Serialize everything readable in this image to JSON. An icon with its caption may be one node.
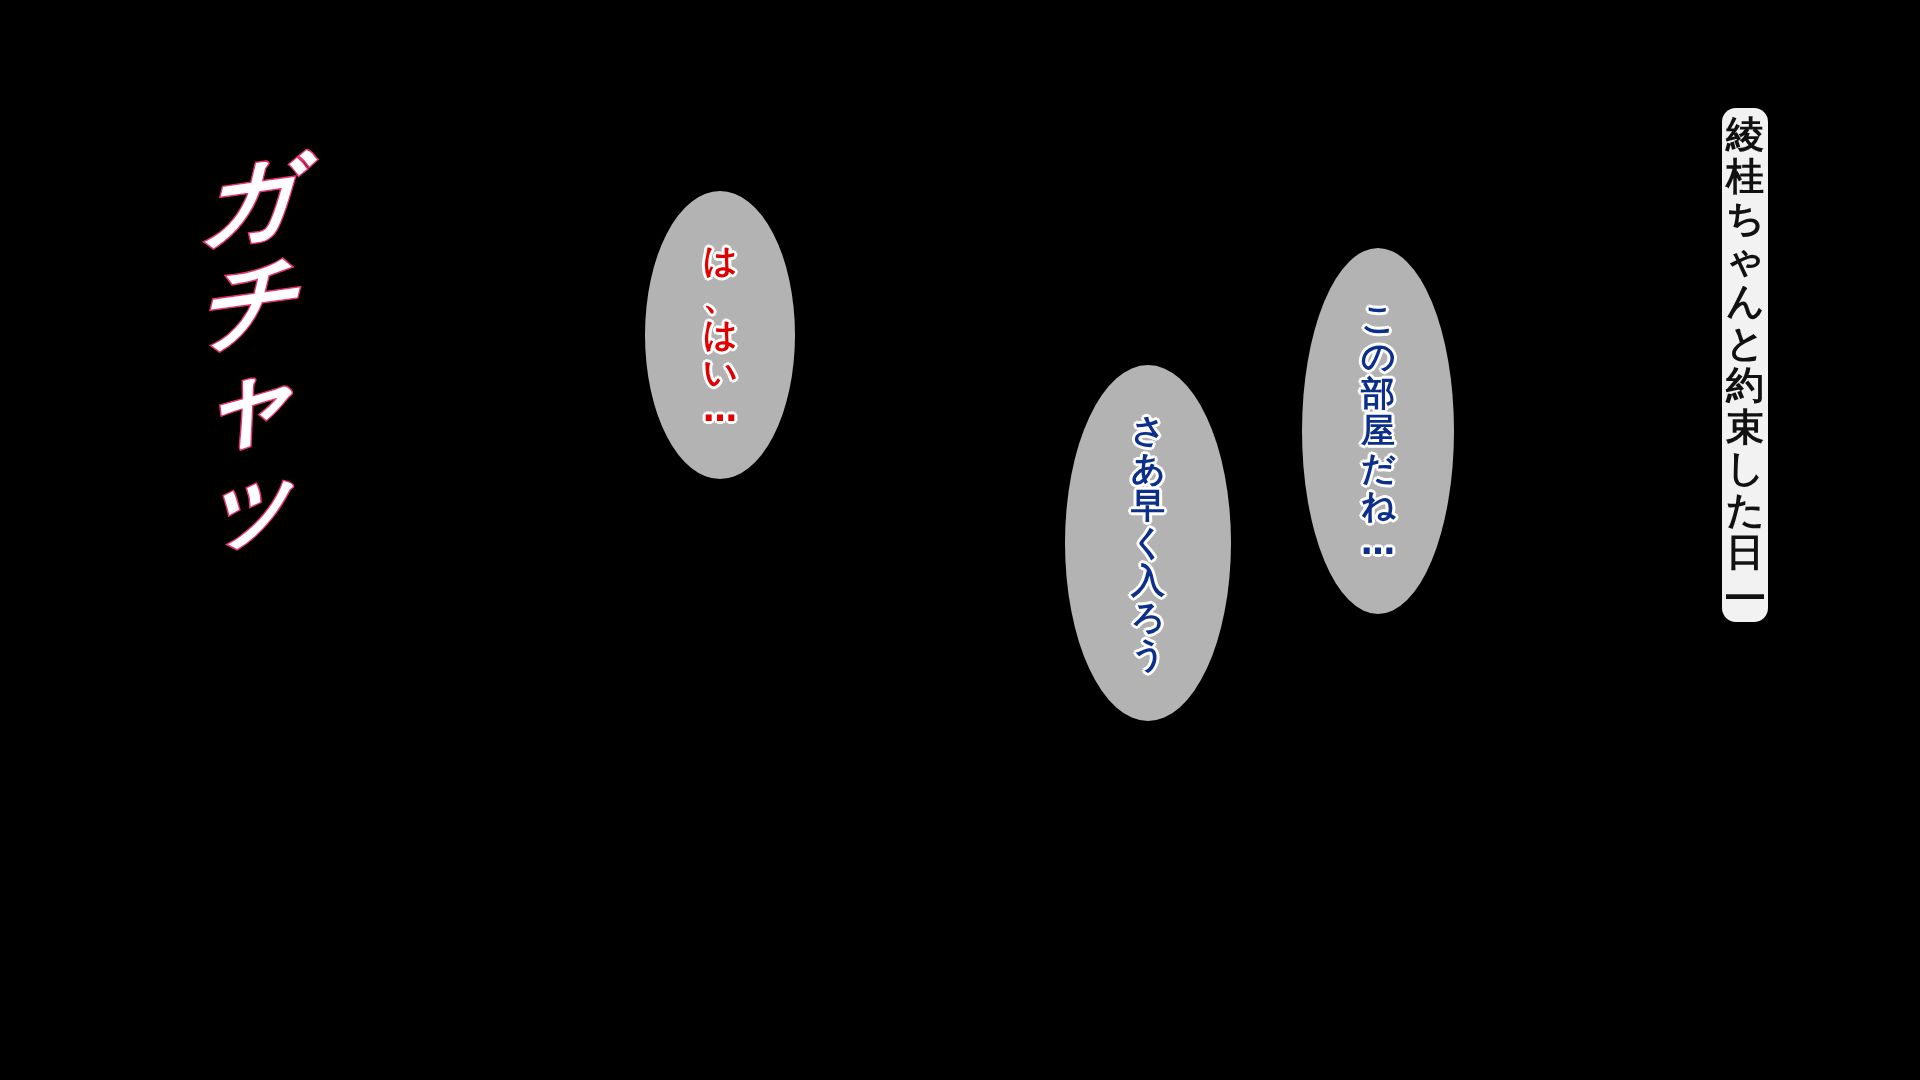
{
  "diagram": {
    "nodes": [
      {
        "text": [
          "この部屋だね…"
        ]
      },
      {
        "text": [
          "さあ早く入ろう"
        ]
      },
      {
        "text": [
          "は、はい…"
        ]
      }
    ],
    "labels": [
      "綾桂ちゃんと約束した日―",
      "ガチャッ"
    ]
  }
}
